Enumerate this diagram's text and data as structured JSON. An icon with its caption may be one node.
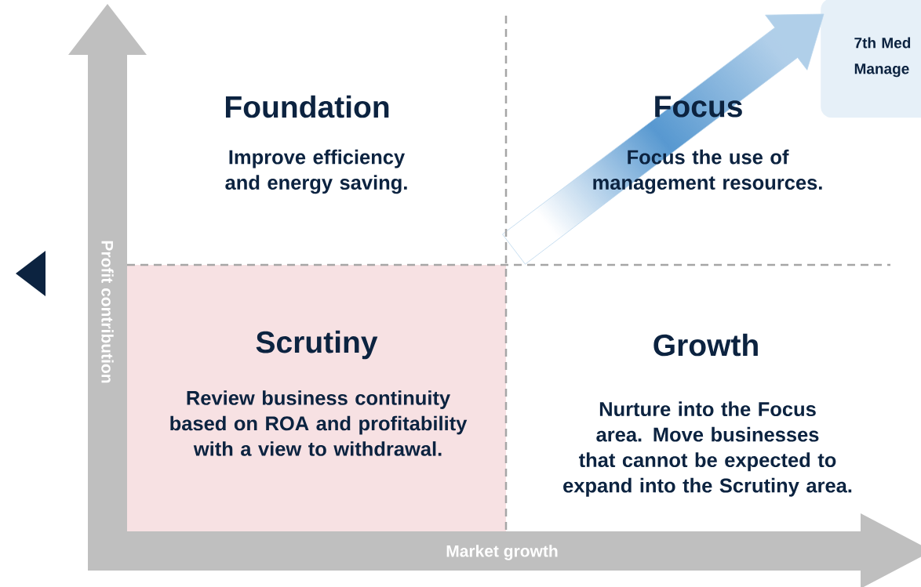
{
  "diagram": {
    "nodes": [
      {
        "text": [
          "Foundation",
          "Improve efficiency and energy saving."
        ]
      },
      {
        "text": [
          "Focus",
          "Focus the use of management resources."
        ]
      },
      {
        "text": [
          "Scrutiny",
          "Review business continuity based on ROA and profitability with a view to withdrawal."
        ]
      },
      {
        "text": [
          "Growth",
          "Nurture into the Focus area. Move businesses that cannot be expected to expand into the Scrutiny area."
        ]
      },
      {
        "text": [
          "7th Med Manage"
        ]
      }
    ],
    "edges": [
      {
        "from": null,
        "to": 4,
        "arrow": "to",
        "style": "thick",
        "color": "#3a86c8"
      }
    ],
    "labels": [
      "Profit contribution",
      "Market growth"
    ]
  }
}
